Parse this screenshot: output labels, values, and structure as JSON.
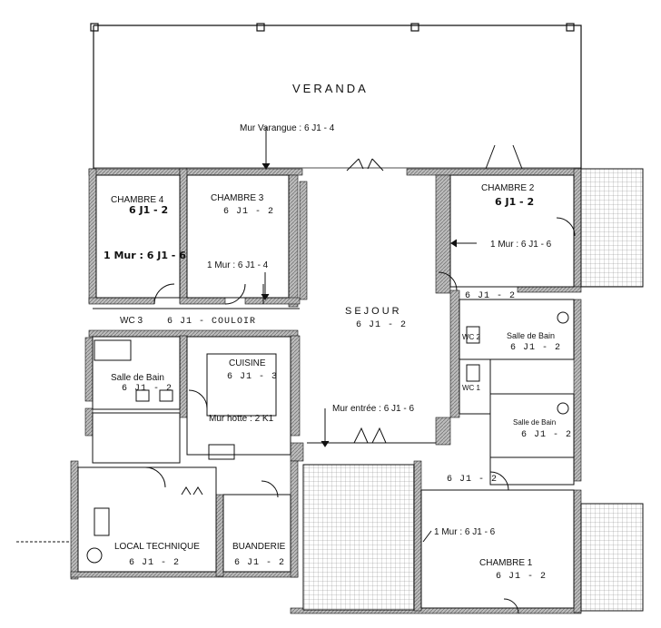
{
  "labels": {
    "veranda": "VERANDA",
    "mur_varangue": "Mur Varangue : 6 J1 - 4",
    "chambre4": "CHAMBRE 4",
    "chambre4_code": "6 J1 - 2",
    "chambre3": "CHAMBRE 3",
    "chambre3_code": "6 J1 - 2",
    "chambre2": "CHAMBRE 2",
    "chambre2_code": "6 J1 - 2",
    "chambre1": "CHAMBRE 1",
    "chambre1_code": "6 J1 - 2",
    "mur_ch4": "1 Mur : 6 J1 - 6",
    "mur_ch3": "1 Mur : 6 J1 - 4",
    "mur_ch2": "1 Mur : 6 J1 - 6",
    "mur_ch1": "1 Mur : 6 J1 - 6",
    "wc3": "WC 3",
    "couloir": "6 J1 - COULOIR",
    "sejour": "SEJOUR",
    "sejour_code": "6 J1 - 2",
    "salle_bain_left": "Salle de Bain",
    "salle_bain_left_code": "6 J1 - 2",
    "cuisine": "CUISINE",
    "cuisine_code": "6 J1 - 3",
    "mur_hotte": "Mur hotte : 2 K1",
    "mur_entree": "Mur entrée : 6 J1 - 6",
    "hall_right_code": "6 J1 - 2",
    "salle_bain_r1": "Salle de Bain",
    "salle_bain_r1_code": "6 J1 - 2",
    "wc2": "WC 2",
    "wc1": "WC 1",
    "salle_bain_r2": "Salle de Bain",
    "salle_bain_r2_code": "6 J1 - 2",
    "corridor_right_code": "6 J1 - 2",
    "local_technique": "LOCAL TECHNIQUE",
    "local_technique_code": "6 J1 - 2",
    "buanderie": "BUANDERIE",
    "buanderie_code": "6 J1 - 2"
  },
  "colors": {
    "ink": "#111111",
    "hatch": "#8a8a8a"
  }
}
